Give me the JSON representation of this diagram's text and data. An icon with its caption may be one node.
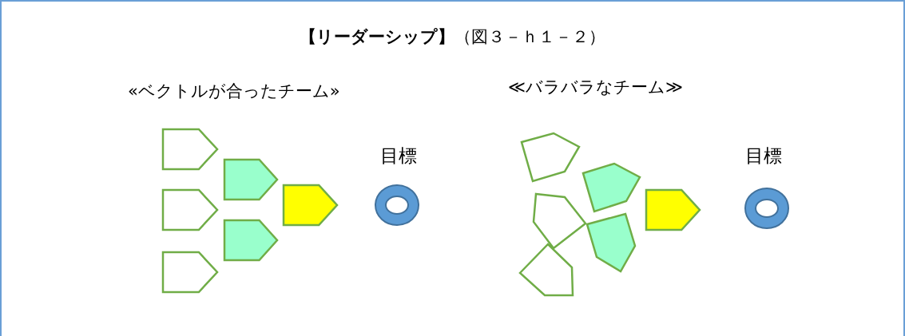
{
  "diagram": {
    "title": "**【リーダーシップ】**（図３－ｈ１－２）",
    "labels": [
      "«ベクトルが合ったチーム»",
      "≪バラバラなチーム≫",
      "目標",
      "目標"
    ]
  }
}
